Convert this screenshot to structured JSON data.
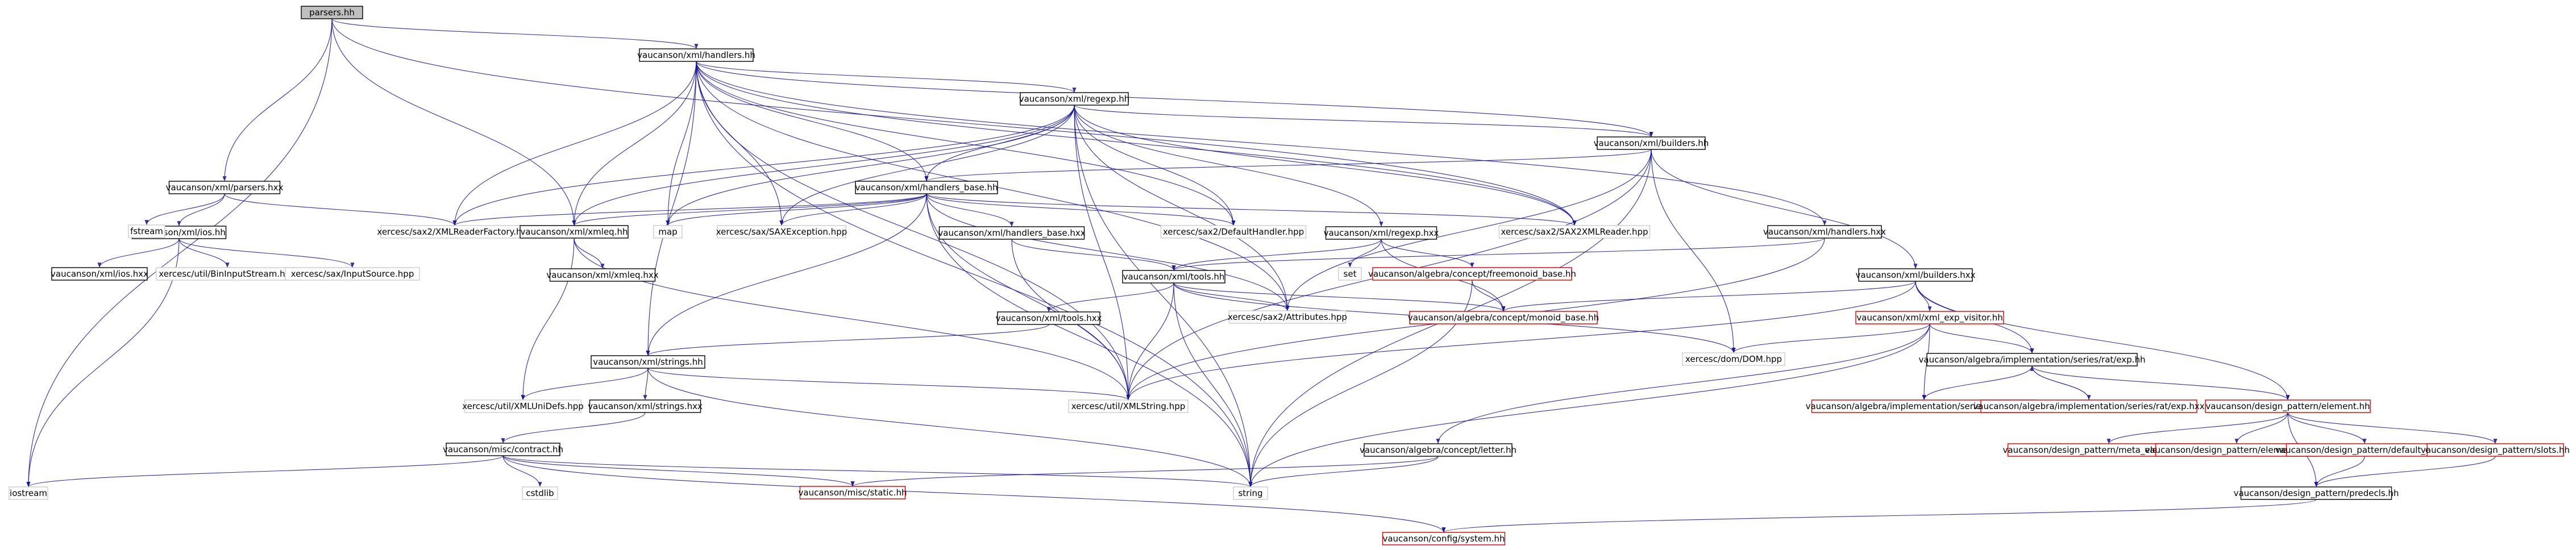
{
  "graph": {
    "root": "parsers.hh",
    "nodes": [
      {
        "id": "parsers_hh",
        "label": "parsers.hh",
        "style": "root"
      },
      {
        "id": "handlers_hh",
        "label": "vaucanson/xml/handlers.hh",
        "style": "normal"
      },
      {
        "id": "regexp_hh",
        "label": "vaucanson/xml/regexp.hh",
        "style": "normal"
      },
      {
        "id": "builders_hh",
        "label": "vaucanson/xml/builders.hh",
        "style": "normal"
      },
      {
        "id": "handlers_base_hh",
        "label": "vaucanson/xml/handlers_base.hh",
        "style": "normal"
      },
      {
        "id": "parsers_hxx",
        "label": "vaucanson/xml/parsers.hxx",
        "style": "normal"
      },
      {
        "id": "ios_hh",
        "label": "vaucanson/xml/ios.hh",
        "style": "normal"
      },
      {
        "id": "fstream",
        "label": "fstream",
        "style": "light"
      },
      {
        "id": "ios_hxx",
        "label": "vaucanson/xml/ios.hxx",
        "style": "normal"
      },
      {
        "id": "binstream",
        "label": "xercesc/util/BinInputStream.hpp",
        "style": "light"
      },
      {
        "id": "inputsource",
        "label": "xercesc/sax/InputSource.hpp",
        "style": "light"
      },
      {
        "id": "readerfactory",
        "label": "xercesc/sax2/XMLReaderFactory.hpp",
        "style": "light"
      },
      {
        "id": "xmleq_hh",
        "label": "vaucanson/xml/xmleq.hh",
        "style": "normal"
      },
      {
        "id": "map",
        "label": "map",
        "style": "light"
      },
      {
        "id": "saxexception",
        "label": "xercesc/sax/SAXException.hpp",
        "style": "light"
      },
      {
        "id": "defaulthandler",
        "label": "xercesc/sax2/DefaultHandler.hpp",
        "style": "light"
      },
      {
        "id": "sax2reader",
        "label": "xercesc/sax2/SAX2XMLReader.hpp",
        "style": "light"
      },
      {
        "id": "handlers_hxx",
        "label": "vaucanson/xml/handlers.hxx",
        "style": "normal"
      },
      {
        "id": "xmleq_hxx",
        "label": "vaucanson/xml/xmleq.hxx",
        "style": "normal"
      },
      {
        "id": "handlers_base_hxx",
        "label": "vaucanson/xml/handlers_base.hxx",
        "style": "normal"
      },
      {
        "id": "regexp_hxx",
        "label": "vaucanson/xml/regexp.hxx",
        "style": "normal"
      },
      {
        "id": "set",
        "label": "set",
        "style": "light"
      },
      {
        "id": "freemonoid",
        "label": "vaucanson/algebra/concept/freemonoid_base.hh",
        "style": "red"
      },
      {
        "id": "tools_hh",
        "label": "vaucanson/xml/tools.hh",
        "style": "normal"
      },
      {
        "id": "attributes",
        "label": "xercesc/sax2/Attributes.hpp",
        "style": "light"
      },
      {
        "id": "monoid_base",
        "label": "vaucanson/algebra/concept/monoid_base.hh",
        "style": "red"
      },
      {
        "id": "builders_hxx",
        "label": "vaucanson/xml/builders.hxx",
        "style": "normal"
      },
      {
        "id": "exp_visitor",
        "label": "vaucanson/xml/xml_exp_visitor.hh",
        "style": "red"
      },
      {
        "id": "dom",
        "label": "xercesc/dom/DOM.hpp",
        "style": "light"
      },
      {
        "id": "tools_hxx",
        "label": "vaucanson/xml/tools.hxx",
        "style": "normal"
      },
      {
        "id": "strings_hh",
        "label": "vaucanson/xml/strings.hh",
        "style": "normal"
      },
      {
        "id": "unidefs",
        "label": "xercesc/util/XMLUniDefs.hpp",
        "style": "light"
      },
      {
        "id": "xmlstring",
        "label": "xercesc/util/XMLString.hpp",
        "style": "light"
      },
      {
        "id": "strings_hxx",
        "label": "vaucanson/xml/strings.hxx",
        "style": "normal"
      },
      {
        "id": "exp_hh",
        "label": "vaucanson/algebra/implementation/series/rat/exp.hh",
        "style": "normal"
      },
      {
        "id": "nodes_hh",
        "label": "vaucanson/algebra/implementation/series/rat/nodes.hh",
        "style": "red"
      },
      {
        "id": "exp_hxx",
        "label": "vaucanson/algebra/implementation/series/rat/exp.hxx",
        "style": "red"
      },
      {
        "id": "element_hh",
        "label": "vaucanson/design_pattern/element.hh",
        "style": "red"
      },
      {
        "id": "contract_hh",
        "label": "vaucanson/misc/contract.hh",
        "style": "normal"
      },
      {
        "id": "iostream",
        "label": "iostream",
        "style": "light"
      },
      {
        "id": "cstdlib",
        "label": "cstdlib",
        "style": "light"
      },
      {
        "id": "static_hh",
        "label": "vaucanson/misc/static.hh",
        "style": "red"
      },
      {
        "id": "string",
        "label": "string",
        "style": "light"
      },
      {
        "id": "letter_hh",
        "label": "vaucanson/algebra/concept/letter.hh",
        "style": "normal"
      },
      {
        "id": "meta_root",
        "label": "vaucanson/design_pattern/meta_element_root.hh",
        "style": "red"
      },
      {
        "id": "element_ops",
        "label": "vaucanson/design_pattern/element_ops.hh",
        "style": "red"
      },
      {
        "id": "default_ops",
        "label": "vaucanson/design_pattern/default_ops.hh",
        "style": "red"
      },
      {
        "id": "slots_hh",
        "label": "vaucanson/design_pattern/slots.hh",
        "style": "red"
      },
      {
        "id": "predecls",
        "label": "vaucanson/design_pattern/predecls.hh",
        "style": "normal"
      },
      {
        "id": "system_hh",
        "label": "vaucanson/config/system.hh",
        "style": "red"
      }
    ],
    "edges": [
      [
        "parsers_hh",
        "handlers_hh"
      ],
      [
        "parsers_hh",
        "parsers_hxx"
      ],
      [
        "parsers_hh",
        "iostream"
      ],
      [
        "parsers_hh",
        "xmleq_hh"
      ],
      [
        "parsers_hh",
        "sax2reader"
      ],
      [
        "handlers_hh",
        "regexp_hh"
      ],
      [
        "handlers_hh",
        "builders_hh"
      ],
      [
        "handlers_hh",
        "handlers_base_hh"
      ],
      [
        "handlers_hh",
        "readerfactory"
      ],
      [
        "handlers_hh",
        "xmleq_hh"
      ],
      [
        "handlers_hh",
        "map"
      ],
      [
        "handlers_hh",
        "saxexception"
      ],
      [
        "handlers_hh",
        "defaulthandler"
      ],
      [
        "handlers_hh",
        "sax2reader"
      ],
      [
        "handlers_hh",
        "handlers_hxx"
      ],
      [
        "handlers_hh",
        "strings_hh"
      ],
      [
        "handlers_hh",
        "attributes"
      ],
      [
        "handlers_hh",
        "xmlstring"
      ],
      [
        "handlers_hh",
        "string"
      ],
      [
        "regexp_hh",
        "builders_hh"
      ],
      [
        "regexp_hh",
        "handlers_base_hh"
      ],
      [
        "regexp_hh",
        "readerfactory"
      ],
      [
        "regexp_hh",
        "xmleq_hh"
      ],
      [
        "regexp_hh",
        "map"
      ],
      [
        "regexp_hh",
        "saxexception"
      ],
      [
        "regexp_hh",
        "defaulthandler"
      ],
      [
        "regexp_hh",
        "sax2reader"
      ],
      [
        "regexp_hh",
        "regexp_hxx"
      ],
      [
        "regexp_hh",
        "attributes"
      ],
      [
        "regexp_hh",
        "string"
      ],
      [
        "regexp_hh",
        "xmlstring"
      ],
      [
        "builders_hh",
        "handlers_base_hh"
      ],
      [
        "builders_hh",
        "builders_hxx"
      ],
      [
        "builders_hh",
        "dom"
      ],
      [
        "builders_hh",
        "string"
      ],
      [
        "builders_hh",
        "xmlstring"
      ],
      [
        "builders_hh",
        "attributes"
      ],
      [
        "handlers_base_hh",
        "readerfactory"
      ],
      [
        "handlers_base_hh",
        "xmleq_hh"
      ],
      [
        "handlers_base_hh",
        "map"
      ],
      [
        "handlers_base_hh",
        "saxexception"
      ],
      [
        "handlers_base_hh",
        "defaulthandler"
      ],
      [
        "handlers_base_hh",
        "sax2reader"
      ],
      [
        "handlers_base_hh",
        "handlers_base_hxx"
      ],
      [
        "handlers_base_hh",
        "strings_hh"
      ],
      [
        "handlers_base_hh",
        "attributes"
      ],
      [
        "handlers_base_hh",
        "xmlstring"
      ],
      [
        "handlers_base_hh",
        "string"
      ],
      [
        "parsers_hxx",
        "fstream"
      ],
      [
        "parsers_hxx",
        "ios_hh"
      ],
      [
        "parsers_hxx",
        "readerfactory"
      ],
      [
        "ios_hh",
        "ios_hxx"
      ],
      [
        "ios_hh",
        "binstream"
      ],
      [
        "ios_hh",
        "inputsource"
      ],
      [
        "ios_hh",
        "iostream"
      ],
      [
        "xmleq_hh",
        "xmleq_hxx"
      ],
      [
        "xmleq_hh",
        "unidefs"
      ],
      [
        "xmleq_hh",
        "xmlstring"
      ],
      [
        "handlers_hxx",
        "tools_hh"
      ],
      [
        "handlers_hxx",
        "xmlstring"
      ],
      [
        "handlers_base_hxx",
        "tools_hh"
      ],
      [
        "handlers_base_hxx",
        "xmlstring"
      ],
      [
        "regexp_hxx",
        "set"
      ],
      [
        "regexp_hxx",
        "tools_hh"
      ],
      [
        "regexp_hxx",
        "freemonoid"
      ],
      [
        "regexp_hxx",
        "monoid_base"
      ],
      [
        "freemonoid",
        "monoid_base"
      ],
      [
        "freemonoid",
        "string"
      ],
      [
        "tools_hh",
        "tools_hxx"
      ],
      [
        "tools_hh",
        "attributes"
      ],
      [
        "tools_hh",
        "dom"
      ],
      [
        "tools_hh",
        "xmlstring"
      ],
      [
        "tools_hh",
        "string"
      ],
      [
        "tools_hh",
        "monoid_base"
      ],
      [
        "tools_hxx",
        "strings_hh"
      ],
      [
        "builders_hxx",
        "exp_visitor"
      ],
      [
        "builders_hxx",
        "exp_hh"
      ],
      [
        "builders_hxx",
        "element_hh"
      ],
      [
        "builders_hxx",
        "monoid_base"
      ],
      [
        "builders_hxx",
        "xmlstring"
      ],
      [
        "exp_visitor",
        "dom"
      ],
      [
        "exp_visitor",
        "exp_hh"
      ],
      [
        "exp_visitor",
        "nodes_hh"
      ],
      [
        "exp_visitor",
        "letter_hh"
      ],
      [
        "exp_visitor",
        "string"
      ],
      [
        "strings_hh",
        "unidefs"
      ],
      [
        "strings_hh",
        "xmlstring"
      ],
      [
        "strings_hh",
        "strings_hxx"
      ],
      [
        "strings_hh",
        "string"
      ],
      [
        "strings_hxx",
        "contract_hh"
      ],
      [
        "exp_hh",
        "exp_hxx"
      ],
      [
        "exp_hh",
        "nodes_hh"
      ],
      [
        "exp_hh",
        "element_hh"
      ],
      [
        "exp_hxx",
        "exp_hh"
      ],
      [
        "element_hh",
        "meta_root"
      ],
      [
        "element_hh",
        "element_ops"
      ],
      [
        "element_hh",
        "default_ops"
      ],
      [
        "element_hh",
        "slots_hh"
      ],
      [
        "element_hh",
        "predecls"
      ],
      [
        "contract_hh",
        "iostream"
      ],
      [
        "contract_hh",
        "cstdlib"
      ],
      [
        "contract_hh",
        "static_hh"
      ],
      [
        "contract_hh",
        "string"
      ],
      [
        "contract_hh",
        "system_hh"
      ],
      [
        "letter_hh",
        "static_hh"
      ],
      [
        "letter_hh",
        "string"
      ],
      [
        "default_ops",
        "predecls"
      ],
      [
        "slots_hh",
        "predecls"
      ],
      [
        "predecls",
        "system_hh"
      ]
    ]
  },
  "colors": {
    "edge": "#1b1b8a",
    "root_fill": "#bfbfbf",
    "border_normal": "#000000",
    "border_red": "#cc0000",
    "border_light": "#cccccc"
  }
}
